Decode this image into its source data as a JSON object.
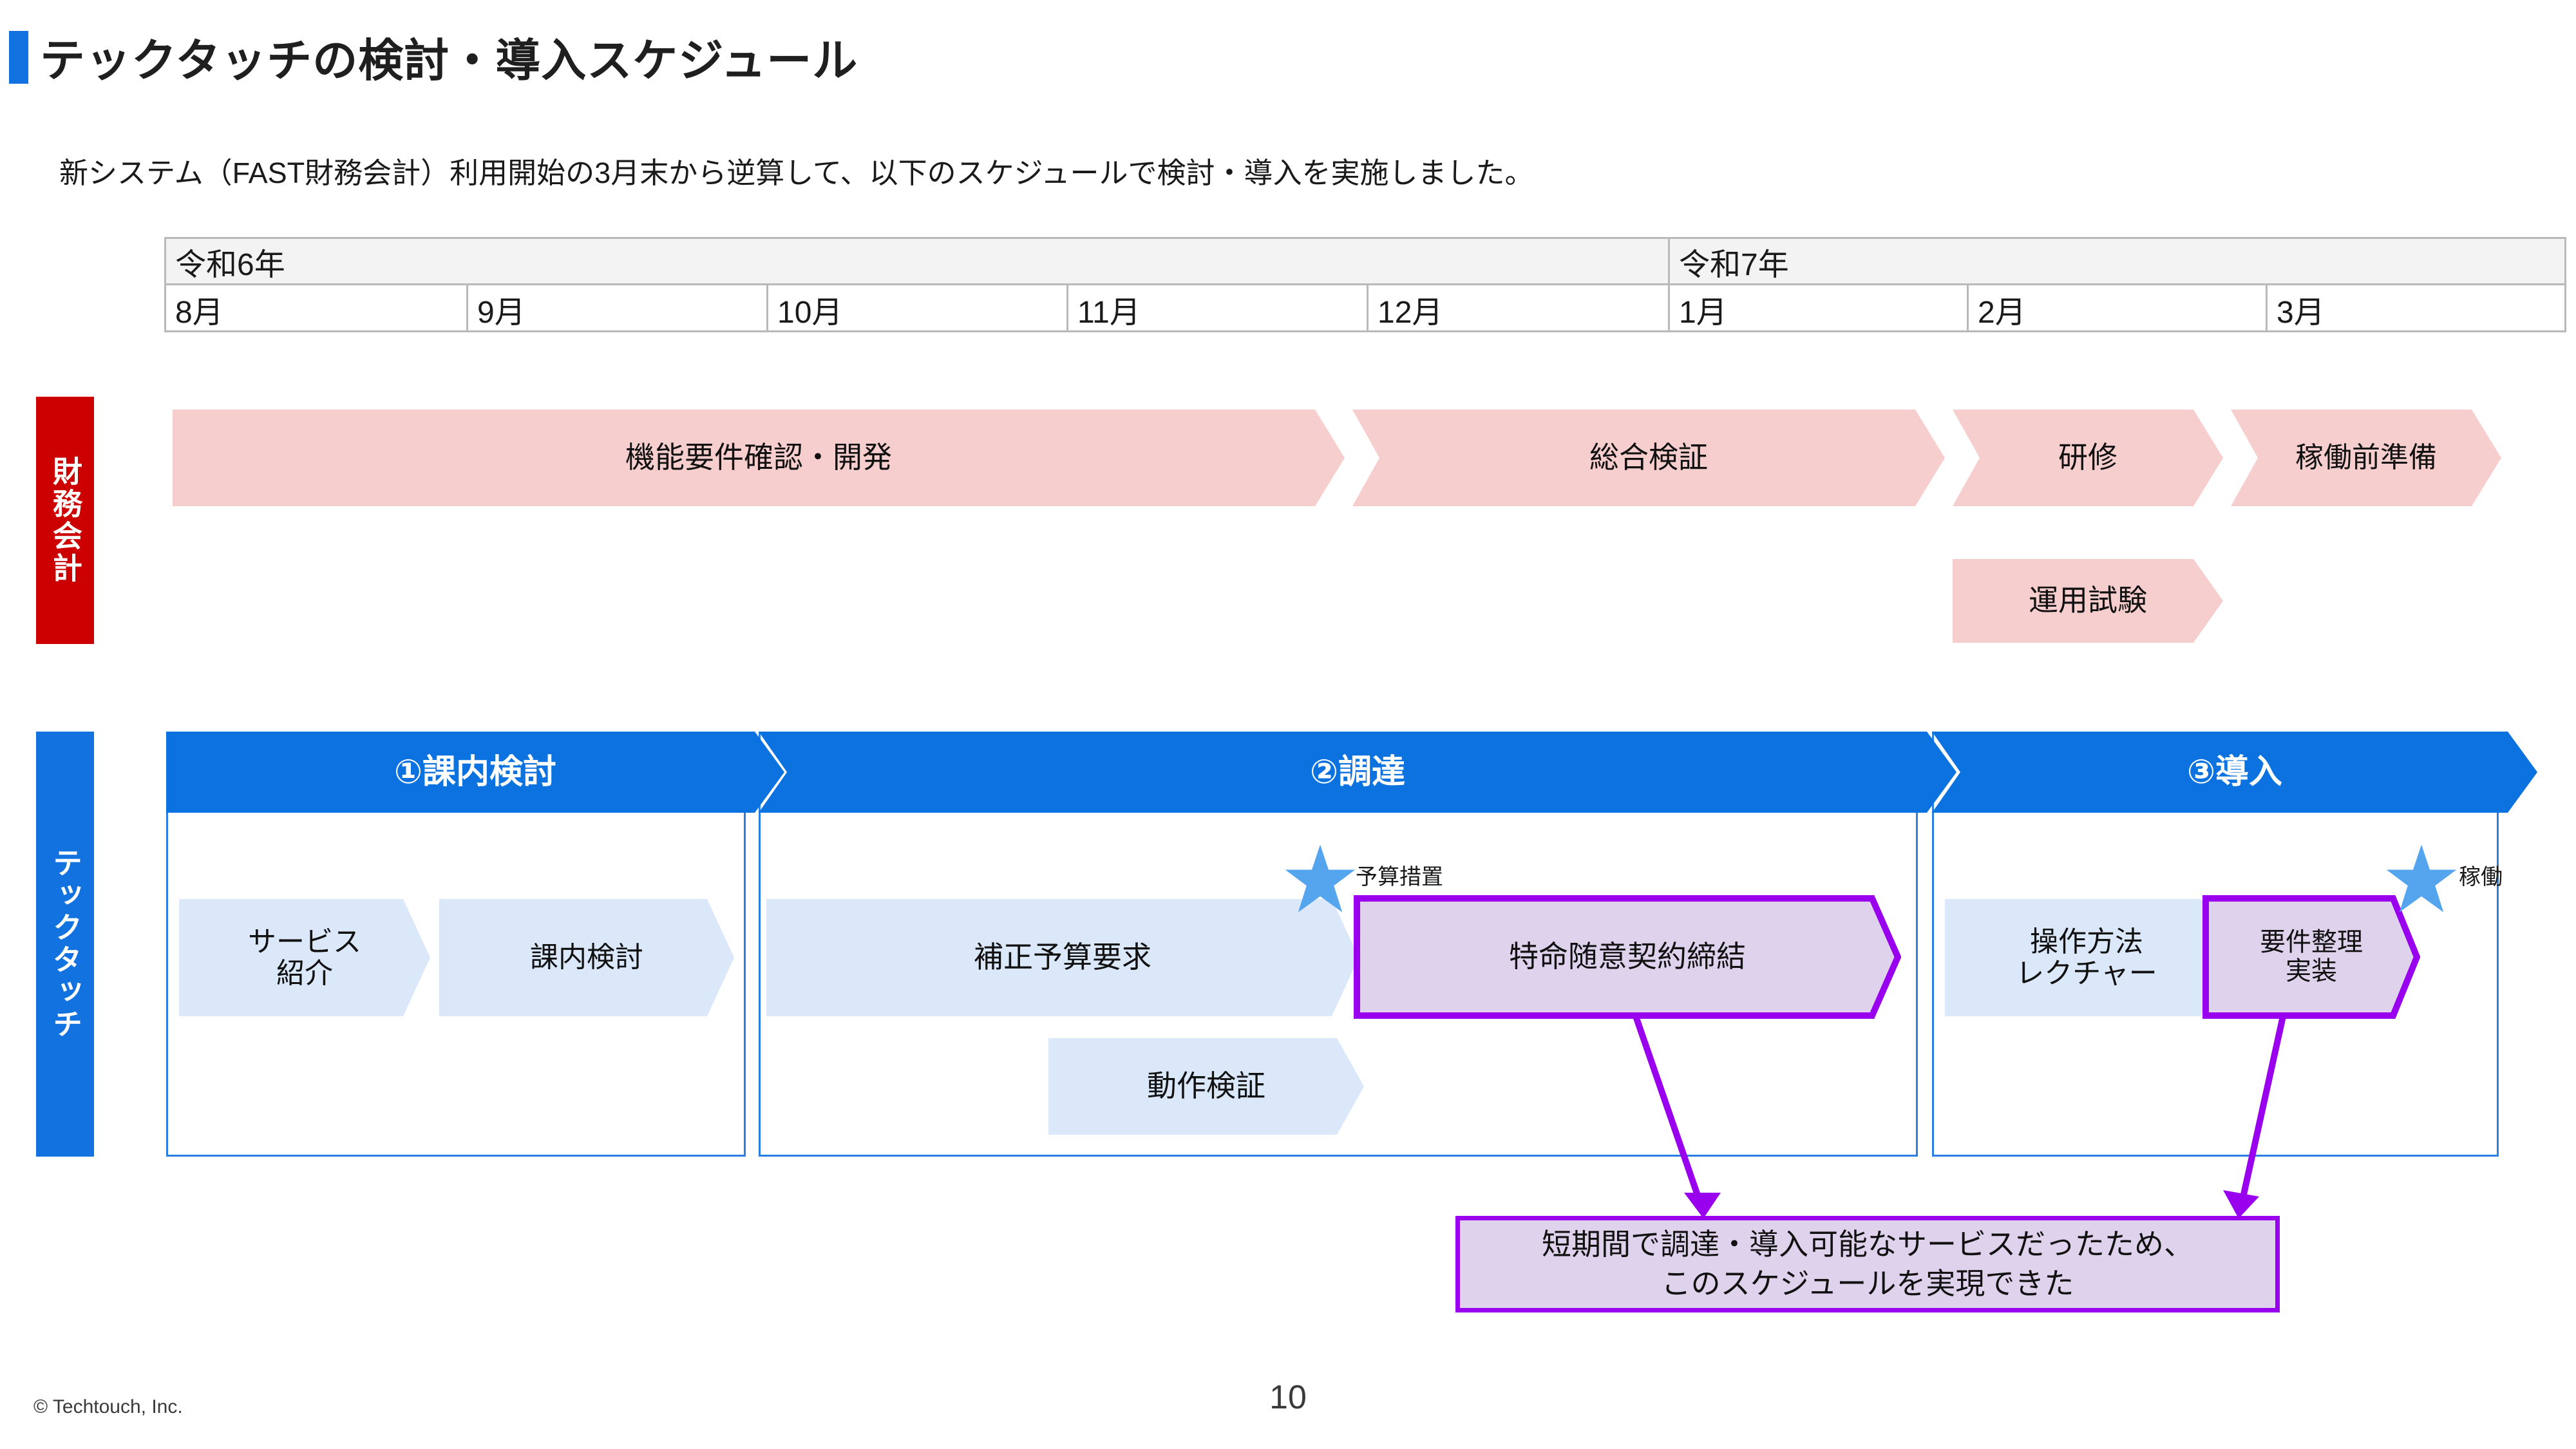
{
  "slide": {
    "title": "テックタッチの検討・導入スケジュール",
    "subtitle": "新システム（FAST財務会計）利用開始の3月末から逆算して、以下のスケジュールで検討・導入を実施しました。",
    "accent_color": "#1272E0"
  },
  "timeline": {
    "years": [
      {
        "label": "令和6年",
        "span_months": 5
      },
      {
        "label": "令和7年",
        "span_months": 3
      }
    ],
    "months": [
      "8月",
      "9月",
      "10月",
      "11月",
      "12月",
      "1月",
      "2月",
      "3月"
    ]
  },
  "rows": [
    {
      "label": "財務会計",
      "label_color": "#CC0000",
      "bar_color": "#F7CECE",
      "tracks": [
        [
          {
            "text": "機能要件確認・開発",
            "start_month": "8月",
            "end_month": "11月"
          },
          {
            "text": "総合検証",
            "start_month": "12月",
            "end_month": "1月"
          },
          {
            "text": "研修",
            "start_month": "2月",
            "end_month": "2月"
          },
          {
            "text": "稼働前準備",
            "start_month": "3月",
            "end_month": "3月"
          }
        ],
        [
          {
            "text": "運用試験",
            "start_month": "2月",
            "end_month": "2月"
          }
        ]
      ]
    },
    {
      "label": "テックタッチ",
      "label_color": "#1272E0",
      "phases": [
        {
          "text": "①課内検討",
          "start_month": "8月",
          "end_month": "9月"
        },
        {
          "text": "②調達",
          "start_month": "10月",
          "end_month": "1月"
        },
        {
          "text": "③導入",
          "start_month": "2月",
          "end_month": "3月"
        }
      ],
      "tasks": [
        {
          "text": "サービス\n紹介",
          "style": "light-blue"
        },
        {
          "text": "課内検討",
          "style": "light-blue"
        },
        {
          "text": "補正予算要求",
          "style": "light-blue"
        },
        {
          "text": "動作検証",
          "style": "light-blue"
        },
        {
          "text": "特命随意契約締結",
          "style": "purple-outline"
        },
        {
          "text": "操作方法\nレクチャー",
          "style": "light-blue"
        },
        {
          "text": "要件整理\n実装",
          "style": "purple-outline"
        }
      ]
    }
  ],
  "milestones": [
    {
      "label": "予算措置",
      "icon": "star-icon",
      "color": "#55A5EE"
    },
    {
      "label": "稼働",
      "icon": "star-icon",
      "color": "#55A5EE"
    }
  ],
  "callout": {
    "line1": "短期間で調達・導入可能なサービスだったため、",
    "line2": "このスケジュールを実現できた",
    "border_color": "#9900EE",
    "fill_color": "#DED2EC"
  },
  "footer": {
    "copyright": "© Techtouch, Inc.",
    "page_number": "10"
  }
}
